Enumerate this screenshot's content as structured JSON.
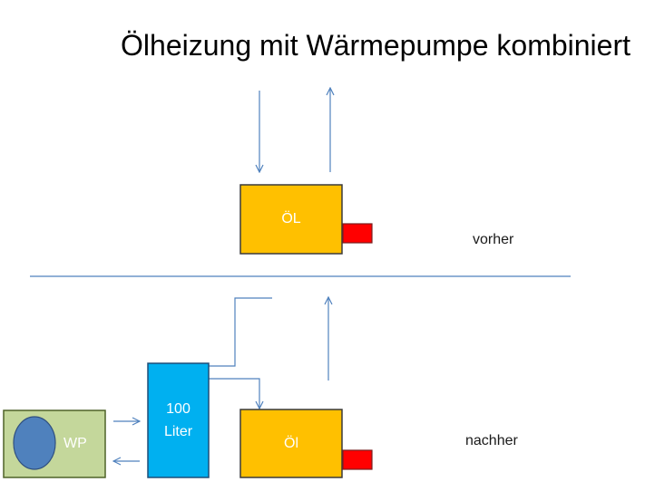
{
  "title": "Ölheizung mit Wärmepumpe kombiniert",
  "before": {
    "label": "vorher",
    "boiler_label": "ÖL"
  },
  "after": {
    "label": "nachher",
    "boiler_label": "Öl",
    "tank_label_line1": "100",
    "tank_label_line2": "Liter",
    "heatpump_label": "WP"
  },
  "colors": {
    "boiler_fill": "#ffc000",
    "boiler_stroke": "#3a3a3a",
    "burner_fill": "#ff0000",
    "burner_stroke": "#7a1f1f",
    "tank_fill": "#00b0f0",
    "tank_stroke": "#1f4e79",
    "heatpump_fill": "#c4d79b",
    "heatpump_stroke": "#4f6228",
    "heatpump_circle": "#4f81bd",
    "line": "#4f81bd"
  }
}
